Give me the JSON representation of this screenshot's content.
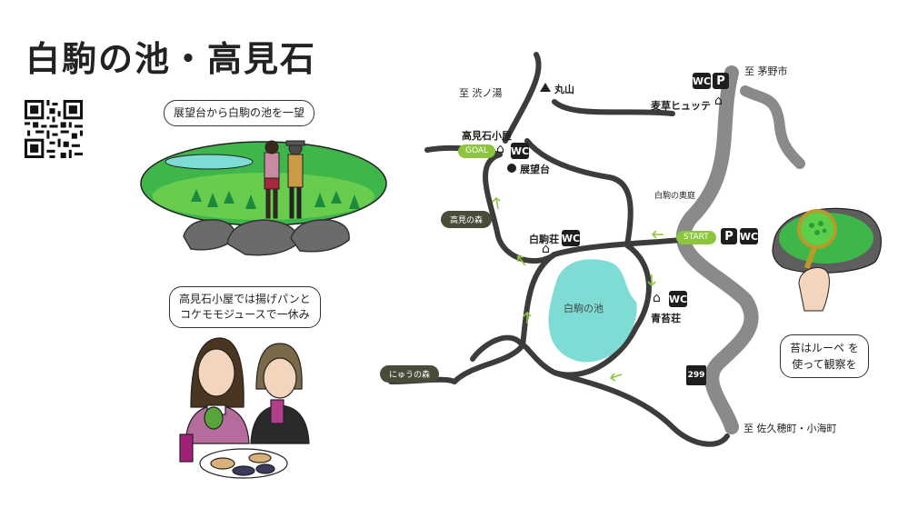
{
  "title": "白駒の池・高見石",
  "bubble_view": "展望台から白駒の池を一望",
  "bubble_cafe": [
    "高見石小屋では揚げパンと",
    "コケモモジュースで一休み"
  ],
  "bubble_moss": [
    "苔はルーペ を",
    "使って観察を"
  ],
  "map": {
    "to_shibunoyu": "至 渋ノ湯",
    "maruyama": "丸山",
    "to_chino": "至 茅野市",
    "mugikusa": "麦草ヒュッテ",
    "takamiishi_hut": "高見石小屋",
    "goal": "GOAL",
    "tenbodai": "展望台",
    "shirakoma_okuniwa": "白駒の奥庭",
    "start": "START",
    "takami_forest": "高見の森",
    "shirakoma_so": "白駒荘",
    "pond": "白駒の池",
    "seitai_so": "青苔荘",
    "nyuu_forest": "にゅうの森",
    "route_number": "299",
    "to_saku": "至 佐久穂町・小海町",
    "wc": "WC",
    "parking": "P"
  },
  "colors": {
    "road": "#8a8a8a",
    "trail": "#3c3c3c",
    "pond": "#7fdcd4",
    "forest": "#3fb64a",
    "accent": "#8cc63f"
  },
  "icons": [
    "qr-code-icon",
    "mountain-peak-icon",
    "hut-icon",
    "viewpoint-dot-icon",
    "wc-icon",
    "parking-icon",
    "route-shield-icon",
    "arrow-icon"
  ]
}
